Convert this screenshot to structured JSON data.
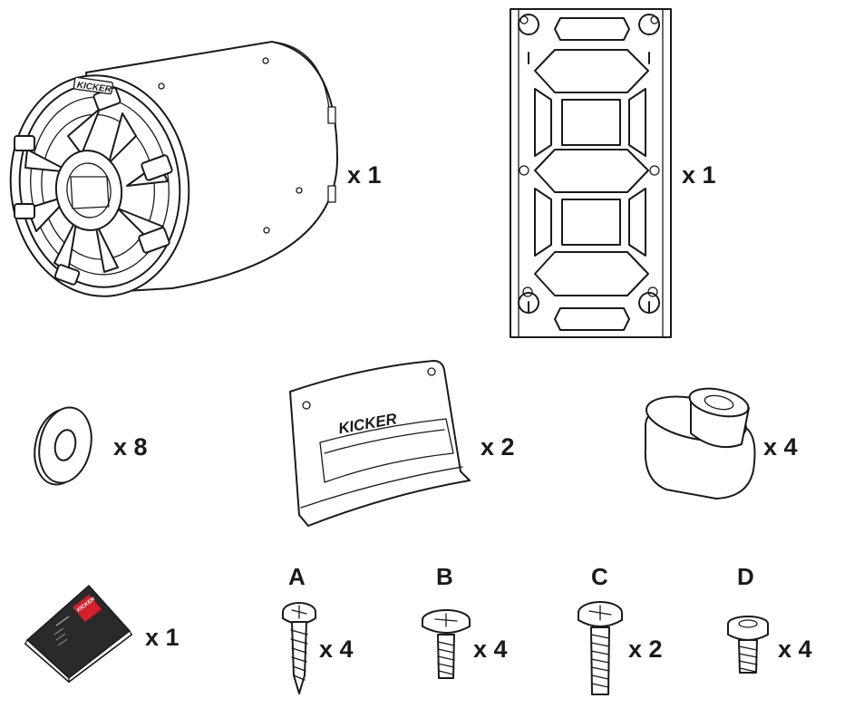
{
  "brand": {
    "logo_text": "KICKER",
    "manual_logo_text": "KICKER"
  },
  "items": [
    {
      "id": "tube-enclosure",
      "quantity": "x 1"
    },
    {
      "id": "mounting-plate",
      "quantity": "x 1"
    },
    {
      "id": "washer",
      "quantity": "x 8"
    },
    {
      "id": "cover-bracket",
      "quantity": "x 2"
    },
    {
      "id": "rubber-spacer",
      "quantity": "x 4"
    },
    {
      "id": "owners-manual",
      "quantity": "x 1"
    }
  ],
  "screws": [
    {
      "letter": "A",
      "quantity": "x 4"
    },
    {
      "letter": "B",
      "quantity": "x 4"
    },
    {
      "letter": "C",
      "quantity": "x 2"
    },
    {
      "letter": "D",
      "quantity": "x 4"
    }
  ],
  "colors": {
    "line": "#1a1a1a",
    "manual_red": "#d3202a",
    "manual_cover": "#2a2a2a"
  }
}
